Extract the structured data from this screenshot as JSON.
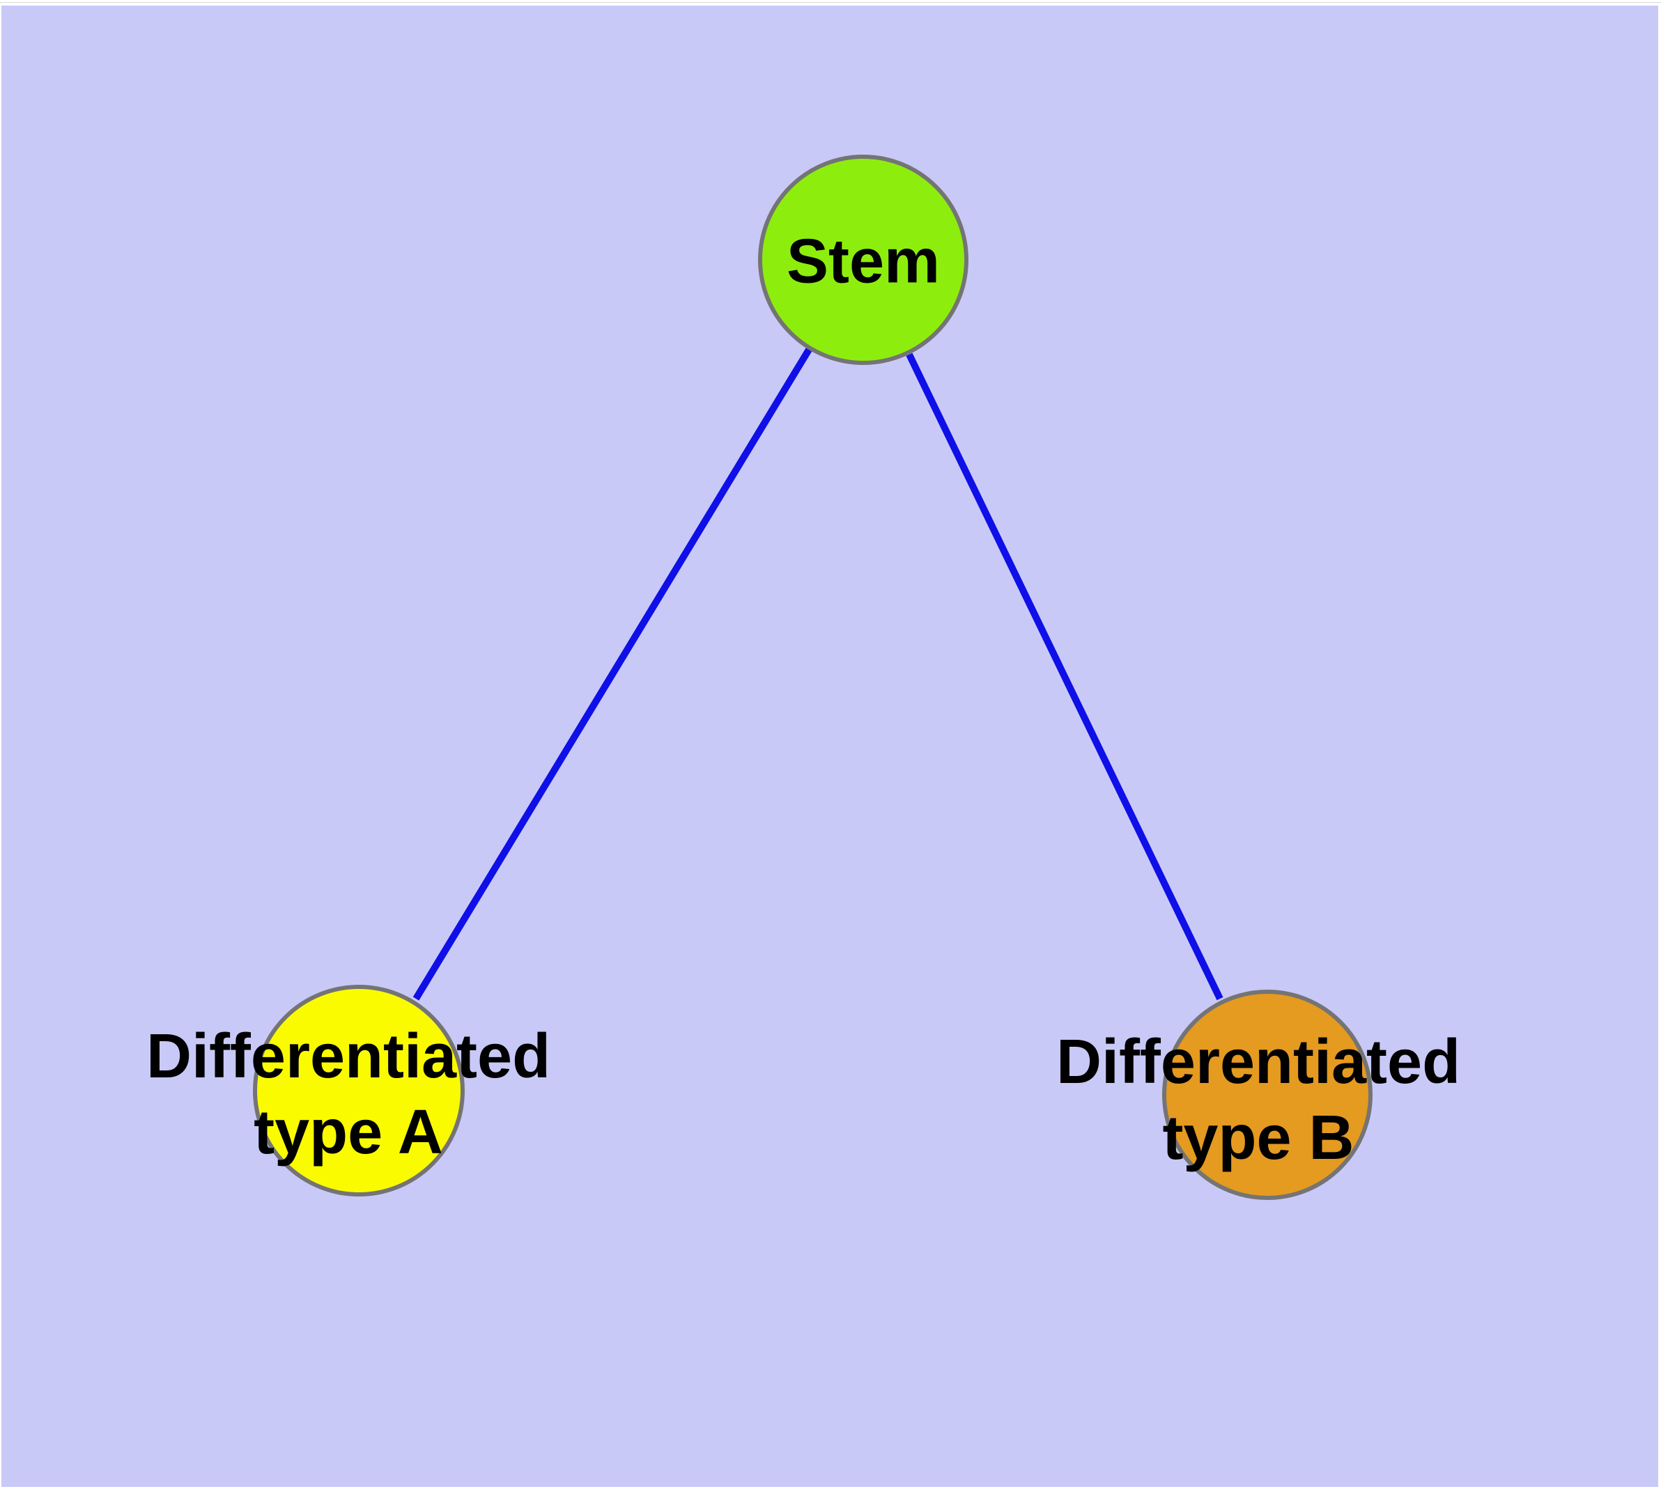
{
  "diagram": {
    "background_color": "#C9C9F8",
    "hairline_color": "#D8D8D8",
    "edge_color": "#0F0FE8",
    "node_border_color": "#747474",
    "text_color": "#000000",
    "nodes": [
      {
        "id": "stem",
        "label": [
          "Stem"
        ],
        "color": "#8DEE0D"
      },
      {
        "id": "type-a",
        "label": [
          "Differentiated",
          "type A"
        ],
        "color": "#FBFB00"
      },
      {
        "id": "type-b",
        "label": [
          "Differentiated",
          "type B"
        ],
        "color": "#E59A20"
      }
    ],
    "edges": [
      {
        "from": "stem",
        "to": "type-a"
      },
      {
        "from": "stem",
        "to": "type-b"
      }
    ]
  }
}
